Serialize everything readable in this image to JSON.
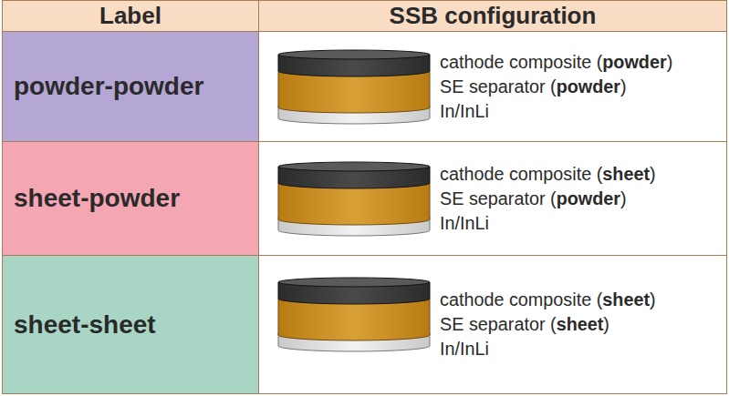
{
  "diagram": {
    "nodes": [
      {
        "text": [
          "Label"
        ]
      },
      {
        "text": [
          "SSB configuration"
        ]
      },
      {
        "text": [
          "powder-powder"
        ]
      },
      {
        "text": [
          "cathode composite (powder)",
          "SE separator (powder)",
          "In/InLi"
        ]
      },
      {
        "text": [
          "sheet-powder"
        ]
      },
      {
        "text": [
          "cathode composite (sheet)",
          "SE separator (powder)",
          "In/InLi"
        ]
      },
      {
        "text": [
          "sheet-sheet"
        ]
      },
      {
        "text": [
          "cathode composite (sheet)",
          "SE separator (sheet)",
          "In/InLi"
        ]
      }
    ]
  }
}
